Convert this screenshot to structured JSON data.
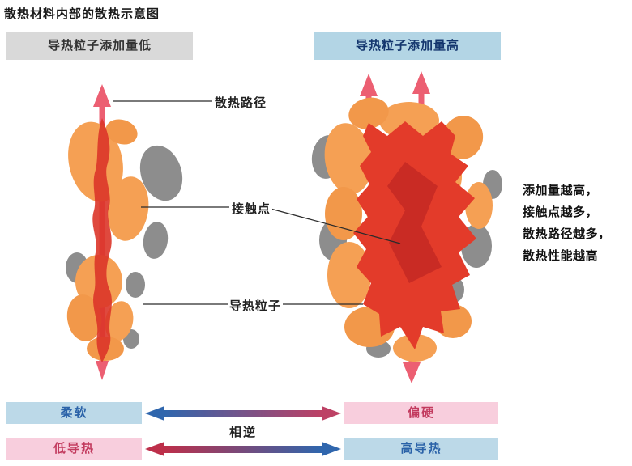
{
  "title": "散热材料内部的散热示意图",
  "headers": {
    "low": "导热粒子添加量低",
    "high": "导热粒子添加量高"
  },
  "callouts": {
    "heat_path": "散热路径",
    "contact_point": "接触点",
    "particle": "导热粒子"
  },
  "note": {
    "lines": [
      "添加量越高，",
      "接触点越多，",
      "散热路径越多，",
      "散热性能越高"
    ]
  },
  "bottom": {
    "soft": "柔软",
    "hard": "偏硬",
    "low_conductivity": "低导热",
    "high_conductivity": "高导热",
    "opposite": "相逆"
  },
  "colors": {
    "header_gray_bg": "#d9d9d9",
    "header_blue_bg": "#b3d5e5",
    "header_blue_text": "#14366e",
    "bottom_blue_bg": "#bcd9e8",
    "bottom_blue_text": "#2a62a8",
    "bottom_pink_bg": "#f8cedd",
    "bottom_pink_text": "#c23a5e",
    "arrow_blue": "#2f66ad",
    "arrow_red": "#bd2f4a",
    "particle_orange": "#f5a054",
    "particle_gray": "#8d8d8d",
    "heat_red": "#e0362a",
    "heat_arrow_pink": "#ec5f72"
  }
}
